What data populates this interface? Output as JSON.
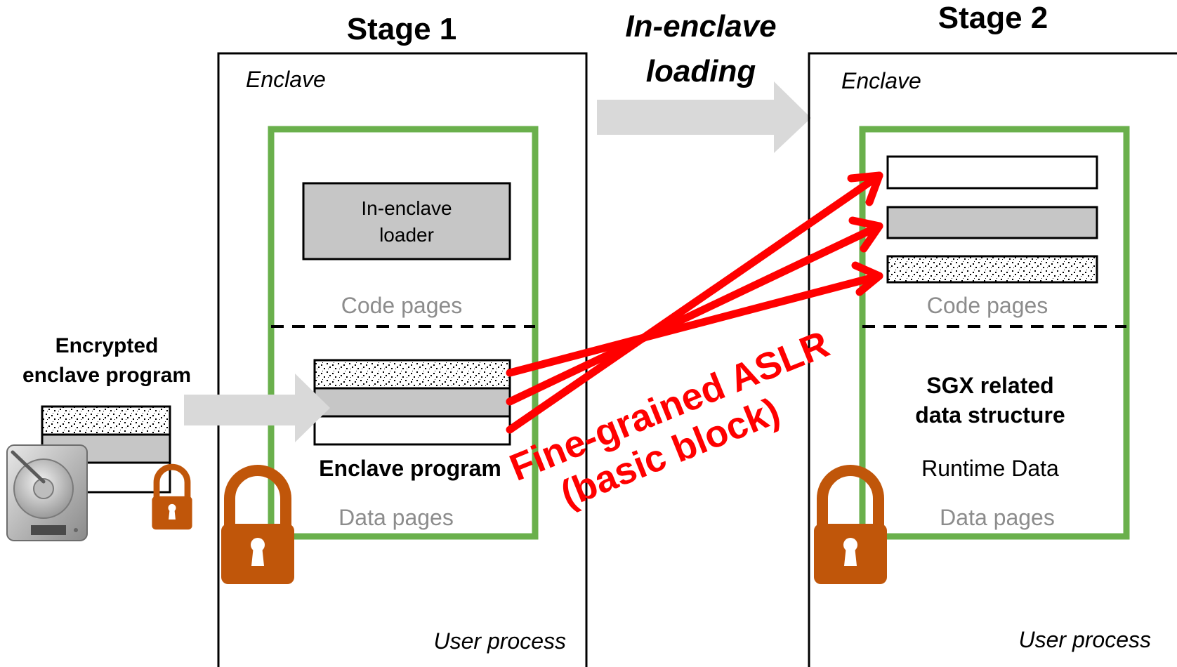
{
  "stage1": {
    "title": "Stage 1",
    "enclave_label": "Enclave",
    "loader_line1": "In-enclave",
    "loader_line2": "loader",
    "code_pages_label": "Code pages",
    "program_label": "Enclave program",
    "data_pages_label": "Data pages",
    "user_process_label": "User process"
  },
  "transition": {
    "line1": "In-enclave",
    "line2": "loading"
  },
  "stage2": {
    "title": "Stage 2",
    "enclave_label": "Enclave",
    "code_pages_label": "Code pages",
    "sgx_line1": "SGX related",
    "sgx_line2": "data structure",
    "runtime_label": "Runtime Data",
    "data_pages_label": "Data pages",
    "user_process_label": "User process"
  },
  "source": {
    "line1": "Encrypted",
    "line2": "enclave program"
  },
  "aslr": {
    "line1": "Fine-grained ASLR",
    "line2": "(basic block)"
  },
  "colors": {
    "enclave_border": "#6ab04c",
    "arrow_red": "#ff0000",
    "lock": "#c0560a",
    "gray_block": "#c6c6c6",
    "big_arrow": "#d9d9d9",
    "muted_text": "#8c8c8c"
  },
  "icons": [
    "lock-icon",
    "hard-drive-icon",
    "arrow-icon"
  ]
}
